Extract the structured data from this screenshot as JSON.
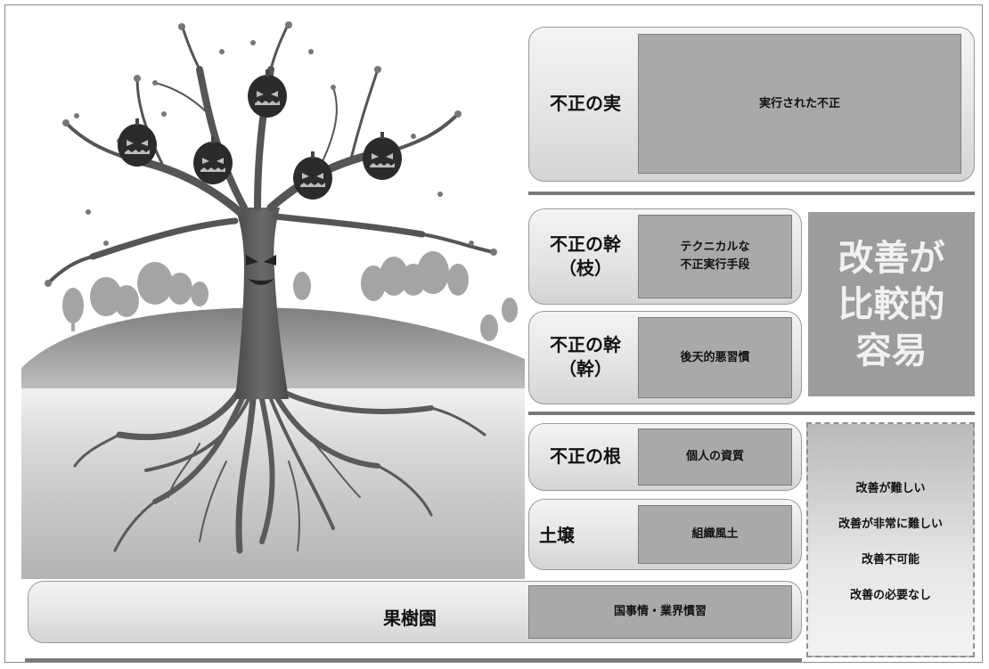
{
  "fruit": {
    "label": "不正の実",
    "description": "実行された不正"
  },
  "branch": {
    "label_line1": "不正の幹",
    "label_line2": "（枝）",
    "description_line1": "テクニカルな",
    "description_line2": "不正実行手段"
  },
  "trunk": {
    "label_line1": "不正の幹",
    "label_line2": "（幹）",
    "description": "後天的悪習慣"
  },
  "root": {
    "label": "不正の根",
    "description": "個人の資質"
  },
  "soil": {
    "label": "土壌",
    "description": "組織風土"
  },
  "orchard": {
    "label": "果樹園",
    "description": "国事情・業界慣習"
  },
  "improvement_easy": {
    "line1": "改善が",
    "line2": "比較的",
    "line3": "容易"
  },
  "improvement_hard": {
    "items": [
      "改善が難しい",
      "改善が非常に難しい",
      "改善不可能",
      "改善の必要なし"
    ]
  },
  "colors": {
    "easy_fill": "#9c9c9c",
    "inner_fill": "#a9a9a9",
    "divider": "#7a7a7a"
  },
  "illustration": {
    "icon": "haunted-tree-with-pumpkin-fruit-and-roots-icon"
  }
}
